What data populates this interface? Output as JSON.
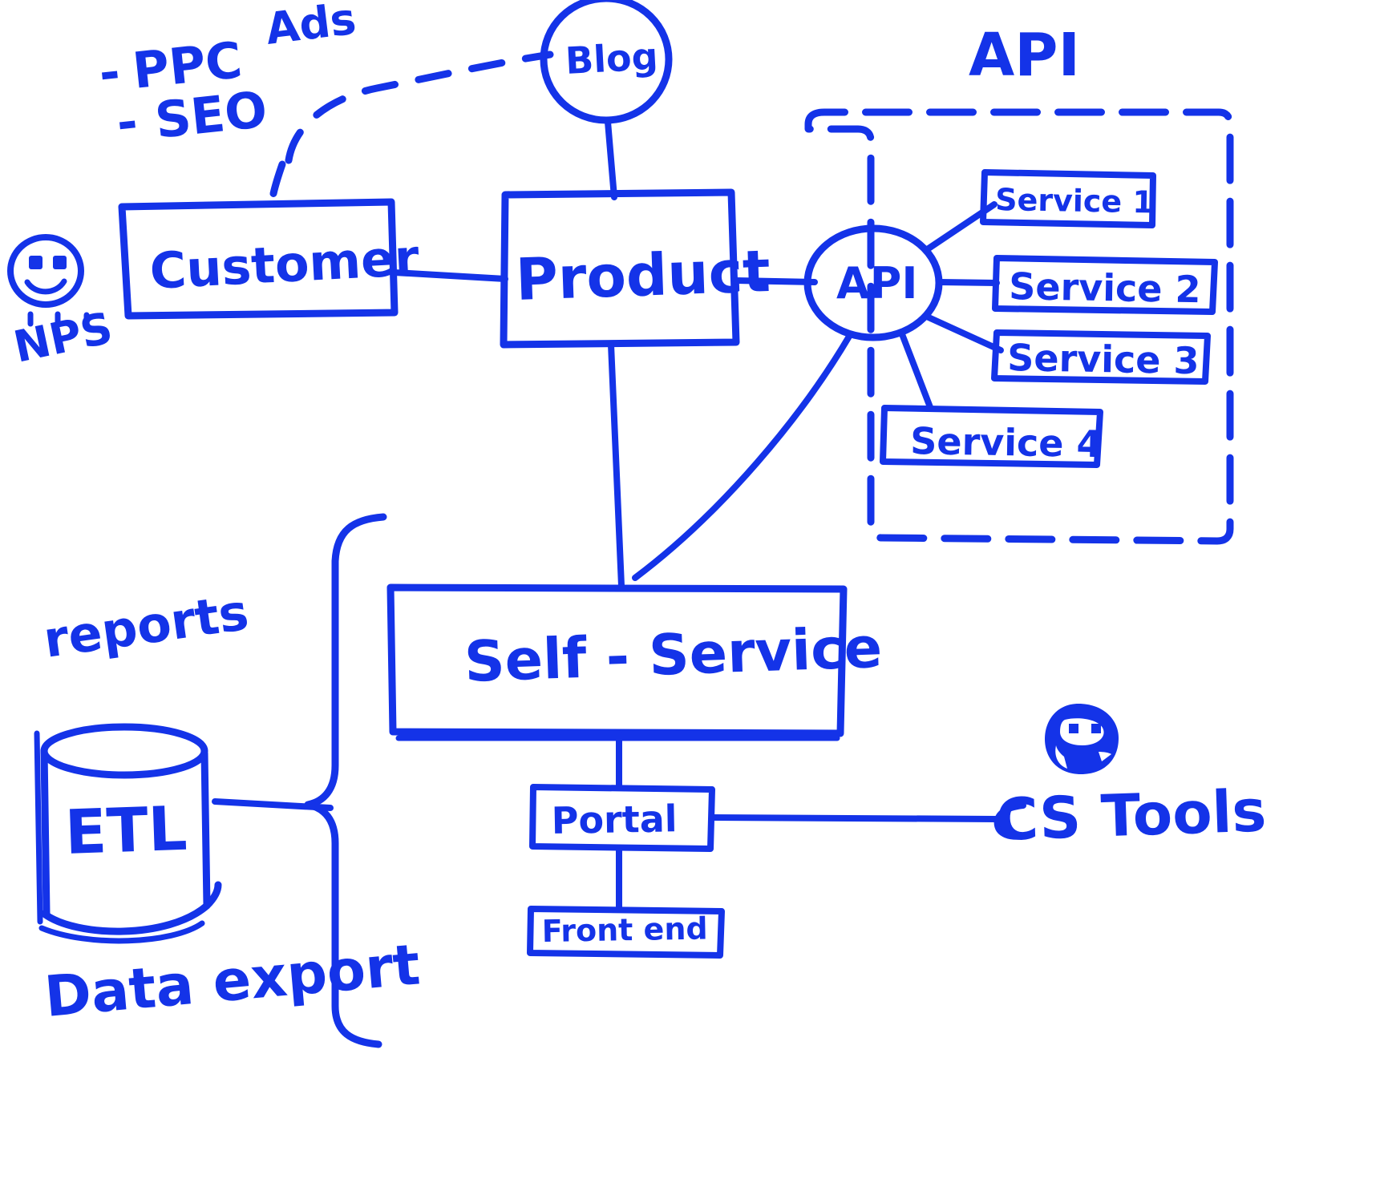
{
  "diagram": {
    "title": "Product architecture whiteboard sketch",
    "ink_color": "#1433e8",
    "background_color": "#ffffff",
    "marketing": {
      "group_label": "Ads",
      "bullets": [
        {
          "marker": "-",
          "label": "PPC"
        },
        {
          "marker": "-",
          "label": "SEO"
        }
      ]
    },
    "feedback": {
      "face_icon": "smiley-face-icon",
      "metric_label": "NPS"
    },
    "nodes": {
      "customer": "Customer",
      "product": "Product",
      "blog": "Blog",
      "api_hub": "API",
      "self_service": "Self - Service",
      "portal": "Portal",
      "front_end": "Front end",
      "etl": "ETL",
      "cs_tools": "CS Tools"
    },
    "api_group": {
      "label": "API",
      "services": [
        "Service 1",
        "Service 2",
        "Service 3",
        "Service 4"
      ]
    },
    "data_platform": {
      "top_label": "reports",
      "bottom_label": "Data export",
      "brace_icon": "curly-brace-icon",
      "database_icon": "database-cylinder-icon"
    },
    "support": {
      "face_icon": "support-face-icon",
      "label": "CS Tools"
    }
  }
}
